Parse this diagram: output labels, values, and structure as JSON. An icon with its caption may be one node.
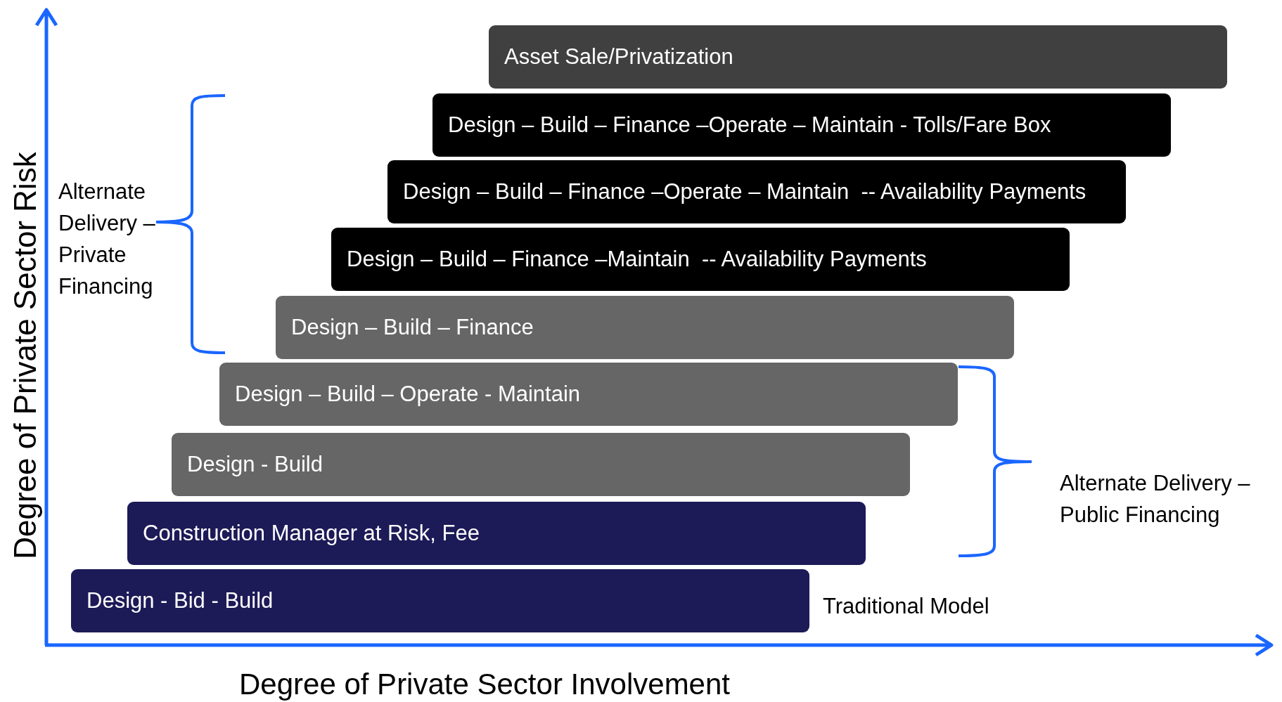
{
  "diagram": {
    "nodes": [
      {
        "text": [
          "Asset Sale/Privatization"
        ]
      },
      {
        "text": [
          "Design – Build – Finance –Operate – Maintain - Tolls/Fare Box"
        ]
      },
      {
        "text": [
          "Design – Build – Finance –Operate – Maintain  -- Availability Payments"
        ]
      },
      {
        "text": [
          "Design – Build – Finance –Maintain  -- Availability Payments"
        ]
      },
      {
        "text": [
          "Design – Build – Finance"
        ]
      },
      {
        "text": [
          "Design – Build – Operate - Maintain"
        ]
      },
      {
        "text": [
          "Design - Build"
        ]
      },
      {
        "text": [
          "Construction Manager at Risk, Fee"
        ]
      },
      {
        "text": [
          "Design - Bid - Build"
        ]
      }
    ],
    "edges": [],
    "labels": [
      "Degree of Private Sector Risk",
      "Alternate Delivery – Private Financing",
      "Alternate Delivery – Public Financing",
      "Traditional Model",
      "Degree of Private Sector Involvement"
    ]
  }
}
